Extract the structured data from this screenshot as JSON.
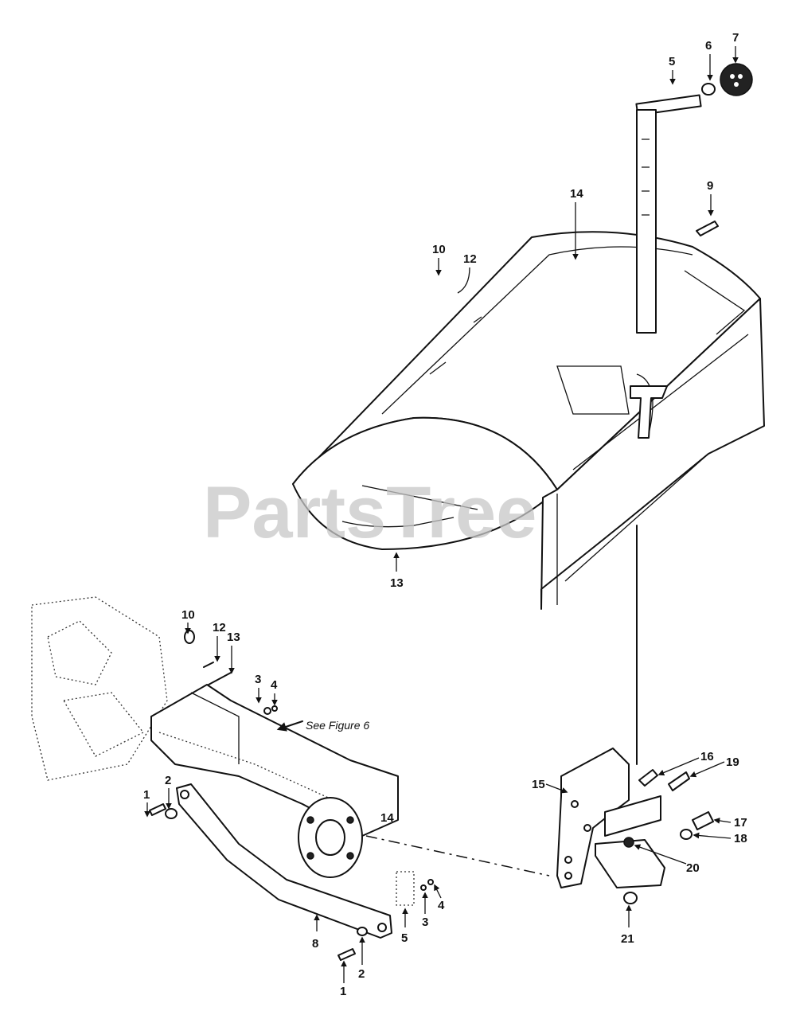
{
  "watermark": "PartsTree",
  "reference_note": "See Figure 6",
  "labels": {
    "p1a": "1",
    "p1b": "1",
    "p2a": "2",
    "p2b": "2",
    "p3a": "3",
    "p3b": "3",
    "p4a": "4",
    "p4b": "4",
    "p5a": "5",
    "p5b": "5",
    "p6": "6",
    "p7": "7",
    "p8": "8",
    "p9": "9",
    "p10a": "10",
    "p10b": "10",
    "p12a": "12",
    "p12b": "12",
    "p13a": "13",
    "p13b": "13",
    "p14a": "14",
    "p14b": "14",
    "p15": "15",
    "p16": "16",
    "p17": "17",
    "p18": "18",
    "p19": "19",
    "p20": "20",
    "p21": "21"
  }
}
